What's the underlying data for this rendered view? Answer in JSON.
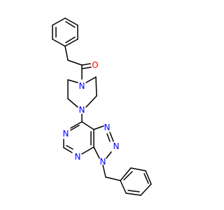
{
  "colors": {
    "background": "#ffffff",
    "bond": "#000000",
    "oxygen": "#ff0000",
    "nitrogen": "#0000ff"
  },
  "atoms": [
    {
      "id": "o1",
      "label": "O",
      "element": "oxygen"
    },
    {
      "id": "n_pip_top",
      "label": "N",
      "element": "nitrogen"
    },
    {
      "id": "n_pip_bottom",
      "label": "N",
      "element": "nitrogen"
    },
    {
      "id": "n_pyr_left",
      "label": "N",
      "element": "nitrogen"
    },
    {
      "id": "n_pyr_bottom",
      "label": "N",
      "element": "nitrogen"
    },
    {
      "id": "n_tri_top",
      "label": "N",
      "element": "nitrogen"
    },
    {
      "id": "n_tri_right",
      "label": "N",
      "element": "nitrogen"
    },
    {
      "id": "n_tri_benzyl",
      "label": "N",
      "element": "nitrogen"
    }
  ]
}
